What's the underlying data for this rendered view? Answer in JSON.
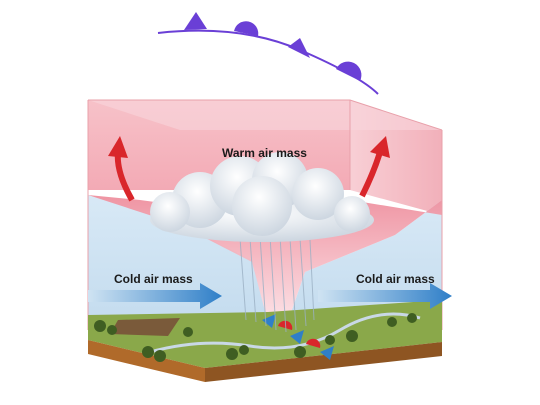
{
  "labels": {
    "warm_air_mass": "Warm air mass",
    "cold_air_mass_left": "Cold air mass",
    "cold_air_mass_right": "Cold air mass"
  },
  "front_symbol": {
    "type": "occluded-front",
    "color": "#6a3fd6",
    "symbols": [
      "triangle",
      "semicircle",
      "triangle",
      "semicircle"
    ]
  },
  "colors": {
    "warm_air": "#f4b6bf",
    "cold_air": "#cfe3f2",
    "arrow_warm": "#d9262b",
    "arrow_cold": "#2f7fc8",
    "cloud": "#eef2f6",
    "ground": "#8aa84a",
    "soil": "#b06a2a"
  }
}
